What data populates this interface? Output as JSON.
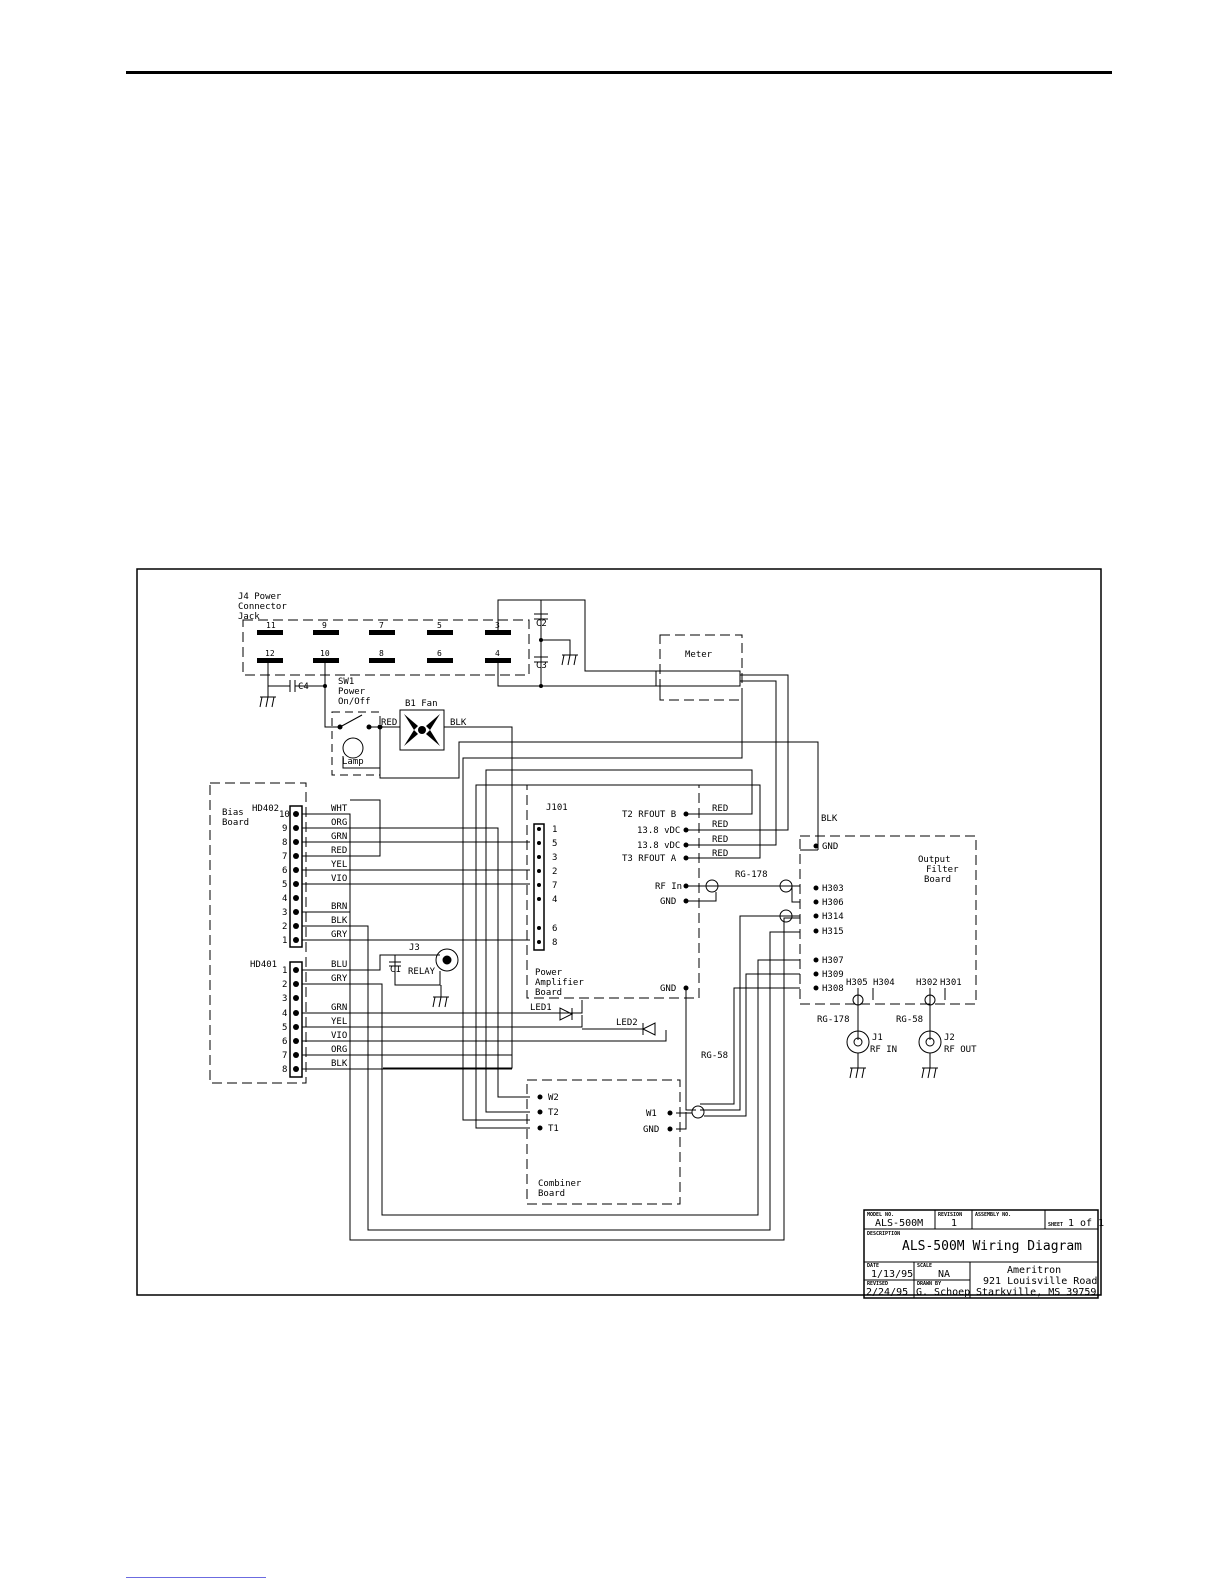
{
  "diagram": {
    "j4": {
      "title_lines": [
        "J4 Power",
        "Connector",
        "Jack"
      ],
      "top_pins": [
        "11",
        "9",
        "7",
        "5",
        "3"
      ],
      "bottom_pins": [
        "12",
        "10",
        "8",
        "6",
        "4"
      ]
    },
    "capacitors": {
      "c2": "C2",
      "c3": "C3",
      "c4": "C4",
      "c1": "C1"
    },
    "sw1": [
      "SW1",
      "Power",
      "On/Off"
    ],
    "lamp": "Lamp",
    "fan": "B1 Fan",
    "meter": "Meter",
    "bias_board": [
      "Bias",
      "Board"
    ],
    "hd402": {
      "label": "HD402",
      "rows": [
        {
          "pin": "10",
          "wire": "WHT"
        },
        {
          "pin": "9",
          "wire": "ORG"
        },
        {
          "pin": "8",
          "wire": "GRN"
        },
        {
          "pin": "7",
          "wire": "RED"
        },
        {
          "pin": "6",
          "wire": "YEL"
        },
        {
          "pin": "5",
          "wire": "VIO"
        },
        {
          "pin": "4",
          "wire": ""
        },
        {
          "pin": "3",
          "wire": "BRN"
        },
        {
          "pin": "2",
          "wire": "BLK"
        },
        {
          "pin": "1",
          "wire": "GRY"
        }
      ]
    },
    "hd401": {
      "label": "HD401",
      "rows": [
        {
          "pin": "1",
          "wire": "BLU"
        },
        {
          "pin": "2",
          "wire": "GRY"
        },
        {
          "pin": "3",
          "wire": ""
        },
        {
          "pin": "4",
          "wire": "GRN"
        },
        {
          "pin": "5",
          "wire": "YEL"
        },
        {
          "pin": "6",
          "wire": "VIO"
        },
        {
          "pin": "7",
          "wire": "ORG"
        },
        {
          "pin": "8",
          "wire": "BLK"
        }
      ]
    },
    "j3": "J3",
    "relay": "RELAY",
    "j101": {
      "label": "J101",
      "pins": [
        "1",
        "5",
        "3",
        "2",
        "7",
        "4",
        "6",
        "8"
      ]
    },
    "pa_board": [
      "Power",
      "Amplifier",
      "Board"
    ],
    "pa_terms": [
      "T2 RFOUT B",
      "13.8 vDC",
      "13.8 vDC",
      "T3 RFOUT A",
      "RF In",
      "GND",
      "GND"
    ],
    "red_wires": [
      "RED",
      "RED",
      "RED",
      "RED",
      "RED"
    ],
    "blk_wires": [
      "BLK",
      "BLK"
    ],
    "coax": {
      "rg178_a": "RG-178",
      "rg178_b": "RG-178",
      "rg58_a": "RG-58",
      "rg58_b": "RG-58"
    },
    "leds": {
      "led1": "LED1",
      "led2": "LED2"
    },
    "output_filter": {
      "title": [
        "Output",
        "Filter",
        "Board"
      ],
      "terms": [
        "GND",
        "H303",
        "H306",
        "H314",
        "H315",
        "H307",
        "H309",
        "H308",
        "H305",
        "H304",
        "H302",
        "H301"
      ]
    },
    "j1": [
      "J1",
      "RF IN"
    ],
    "j2": [
      "J2",
      "RF OUT"
    ],
    "combiner": {
      "title": [
        "Combiner",
        "Board"
      ],
      "terms": [
        "W2",
        "T2",
        "T1",
        "W1",
        "GND"
      ]
    }
  },
  "title_block": {
    "model_no_label": "MODEL NO.",
    "model_no": "ALS-500M",
    "revision_label": "REVISION",
    "revision": "1",
    "assembly_label": "ASSEMBLY NO.",
    "sheet_label": "SHEET",
    "sheet": "1 of 1",
    "description_label": "DESCRIPTION",
    "description": "ALS-500M Wiring Diagram",
    "date_label": "DATE",
    "date": "1/13/95",
    "scale_label": "SCALE",
    "scale": "NA",
    "revised_label": "REVISED",
    "revised": "2/24/95",
    "drawn_label": "DRAWN BY",
    "drawn_by": "G. Schoep",
    "company": [
      "Ameritron",
      "921 Louisville Road",
      "Starkville, MS 39759"
    ]
  }
}
